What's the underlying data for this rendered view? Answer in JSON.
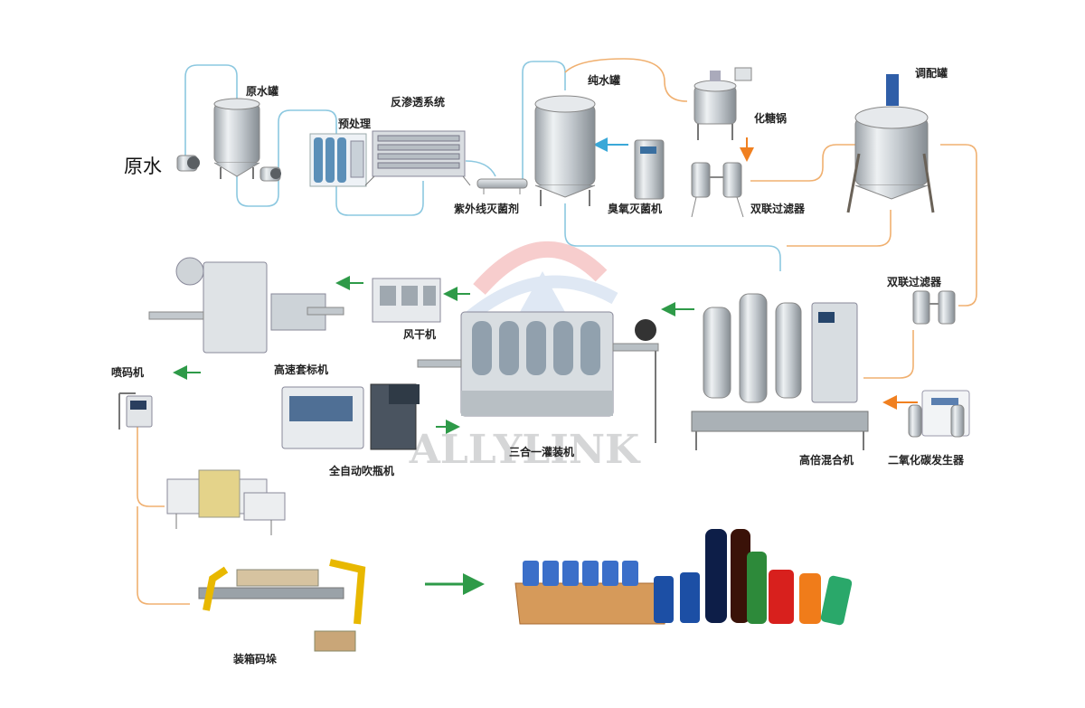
{
  "watermark": {
    "text": "ALLYLINK"
  },
  "labels": {
    "raw_water": "原水",
    "raw_water_tank": "原水罐",
    "pretreatment": "预处理",
    "reverse_osmosis": "反渗透系统",
    "uv_sterilizer": "紫外线灭菌剂",
    "pure_water_tank": "纯水罐",
    "ozone_sterilizer": "臭氧灭菌机",
    "sugar_pot": "化糖锅",
    "twin_filter_top": "双联过滤器",
    "blending_tank": "调配罐",
    "twin_filter_right": "双联过滤器",
    "co2_generator": "二氧化碳发生器",
    "high_ratio_mixer": "高倍混合机",
    "three_in_one_filler": "三合一灌装机",
    "auto_blow_molder": "全自动吹瓶机",
    "air_dryer": "风干机",
    "high_speed_labeler": "高速套标机",
    "inkjet_printer": "喷码机",
    "case_packing_palletizing": "装箱码垛"
  },
  "colors": {
    "flow_blue": "#8cc8e0",
    "flow_orange": "#f0b070",
    "arrow_green": "#2e9a48",
    "arrow_blue": "#3aa8d8",
    "arrow_orange": "#f08020",
    "steel": "#c8cdd2",
    "steel_dark": "#8f969c"
  },
  "icons": [
    "raw-water-pump-icon",
    "tank-icon",
    "filter-cabinet-icon",
    "ro-system-icon",
    "uv-sterilizer-icon",
    "ozone-machine-icon",
    "sugar-pot-icon",
    "twin-filter-icon",
    "blending-tank-icon",
    "co2-generator-icon",
    "mixer-icon",
    "filler-icon",
    "blow-molder-icon",
    "air-dryer-icon",
    "labeler-icon",
    "inkjet-printer-icon",
    "shrink-wrapper-icon",
    "robot-palletizer-icon",
    "beverage-products-icon"
  ]
}
